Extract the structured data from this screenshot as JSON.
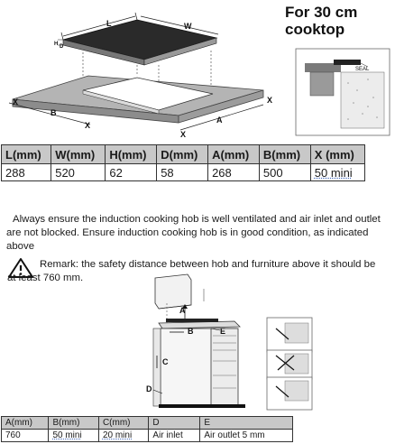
{
  "title": {
    "line1": "For 30 cm",
    "line2": "cooktop"
  },
  "diagram_labels": {
    "L": "L",
    "W": "W",
    "H": "H",
    "D": "D",
    "A": "A",
    "B": "B",
    "X": "X",
    "seal": "SEAL"
  },
  "dimension_table": {
    "headers": [
      "L(mm)",
      "W(mm)",
      "H(mm)",
      "D(mm)",
      "A(mm)",
      "B(mm)",
      "X (mm)"
    ],
    "row": [
      "288",
      "520",
      "62",
      "58",
      "268",
      "500",
      "50 mini"
    ]
  },
  "ventilation_text": {
    "line1": "Always ensure the induction cooking hob is well ventilated and air inlet and outlet",
    "line2": "are not blocked. Ensure induction cooking hob is in good condition, as indicated",
    "line3": "above"
  },
  "remark": {
    "line1": "Remark: the safety distance between hob and furniture above it should be",
    "line2": "at least 760 mm."
  },
  "install_labels": {
    "A": "A",
    "B": "B",
    "C": "C",
    "D": "D",
    "E": "E"
  },
  "clearance_table": {
    "headers": [
      "A(mm)",
      "B(mm)",
      "C(mm)",
      "D",
      "E"
    ],
    "row": [
      "760",
      "50 mini",
      "20 mini",
      "Air inlet",
      "Air outlet 5 mm"
    ]
  }
}
